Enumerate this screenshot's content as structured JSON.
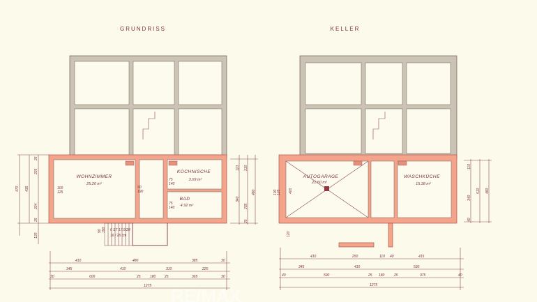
{
  "titles": {
    "ground_floor": "GRUNDRISS",
    "basement": "KELLER"
  },
  "ground_floor": {
    "rooms": [
      {
        "name": "WOHNZIMMER",
        "area": "25.20 m²"
      },
      {
        "name": "KOCHNISCHE",
        "area": "3.09 m²"
      },
      {
        "name": "BAD",
        "area": "4.92 m²"
      }
    ],
    "openings": [
      "100",
      "125",
      "90",
      "190",
      "75",
      "140",
      "75",
      "140",
      "90",
      "190"
    ],
    "stair": [
      "6 ST 17.5/28",
      "16 / 25 cm"
    ],
    "dims_h": {
      "row1": [
        "410",
        "480",
        "385",
        "30"
      ],
      "row2": [
        "345",
        "410",
        "310",
        "220"
      ],
      "row3": [
        "30",
        "600",
        "25",
        "180",
        "25",
        "365",
        "30"
      ],
      "total": "1275"
    },
    "dims_v_left": [
      "470",
      "435",
      "225",
      "224",
      "25",
      "25",
      "120"
    ],
    "dims_v_right": [
      "110",
      "210",
      "340",
      "205",
      "25",
      "480"
    ]
  },
  "basement": {
    "rooms": [
      {
        "name": "AUTOGARAGE",
        "area": "21.60 m²"
      },
      {
        "name": "WASCHKÜCHE",
        "area": "15.38 m²"
      }
    ],
    "openings": [
      "100",
      "125",
      "400"
    ],
    "dims_h": {
      "row1": [
        "410",
        "250",
        "110",
        "40",
        "415"
      ],
      "row2": [
        "345",
        "410",
        "530"
      ],
      "row3": [
        "40",
        "590",
        "25",
        "180",
        "25",
        "375",
        "40"
      ],
      "total": "1275"
    },
    "dims_v_right": [
      "110",
      "340",
      "510",
      "480",
      "40"
    ],
    "dims_v_left": [
      "120"
    ]
  },
  "watermark": "RE/MAX"
}
